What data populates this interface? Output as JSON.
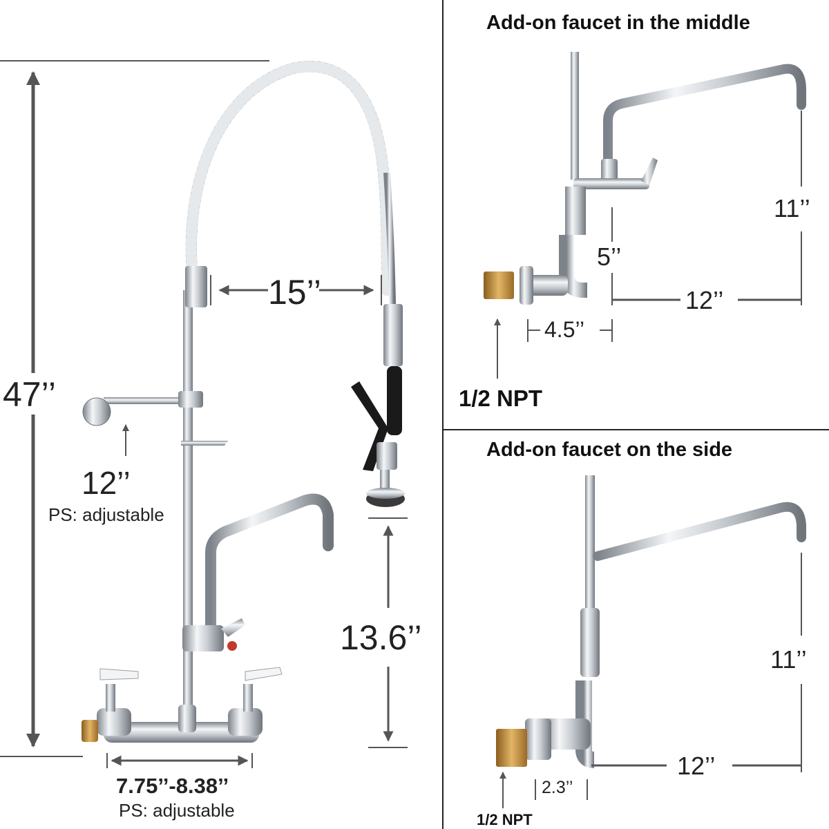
{
  "colors": {
    "dimension_line": "#555555",
    "divider": "#222222",
    "chrome_light": "#eef0f2",
    "chrome_dark": "#8a8f95",
    "brass": "#c9953f",
    "handle_red": "#c0392b",
    "sprayer_black": "#1a1a1a"
  },
  "main_view": {
    "overall_height": "47’’",
    "spring_to_sprayer_width": "15’’",
    "wall_bracket_length": "12’’",
    "wall_bracket_note": "PS: adjustable",
    "sprayer_height": "13.6’’",
    "center_spacing": "7.75’’-8.38’’",
    "center_spacing_note": "PS: adjustable"
  },
  "middle_view": {
    "title": "Add-on faucet in the middle",
    "spout_height": "11’’",
    "riser_height": "5’’",
    "spout_reach": "12’’",
    "inlet_offset": "4.5’’",
    "inlet_size": "1/2 NPT"
  },
  "side_view": {
    "title": "Add-on faucet on the side",
    "spout_height": "11’’",
    "spout_reach": "12’’",
    "inlet_offset": "2.3’’",
    "inlet_size": "1/2 NPT"
  }
}
